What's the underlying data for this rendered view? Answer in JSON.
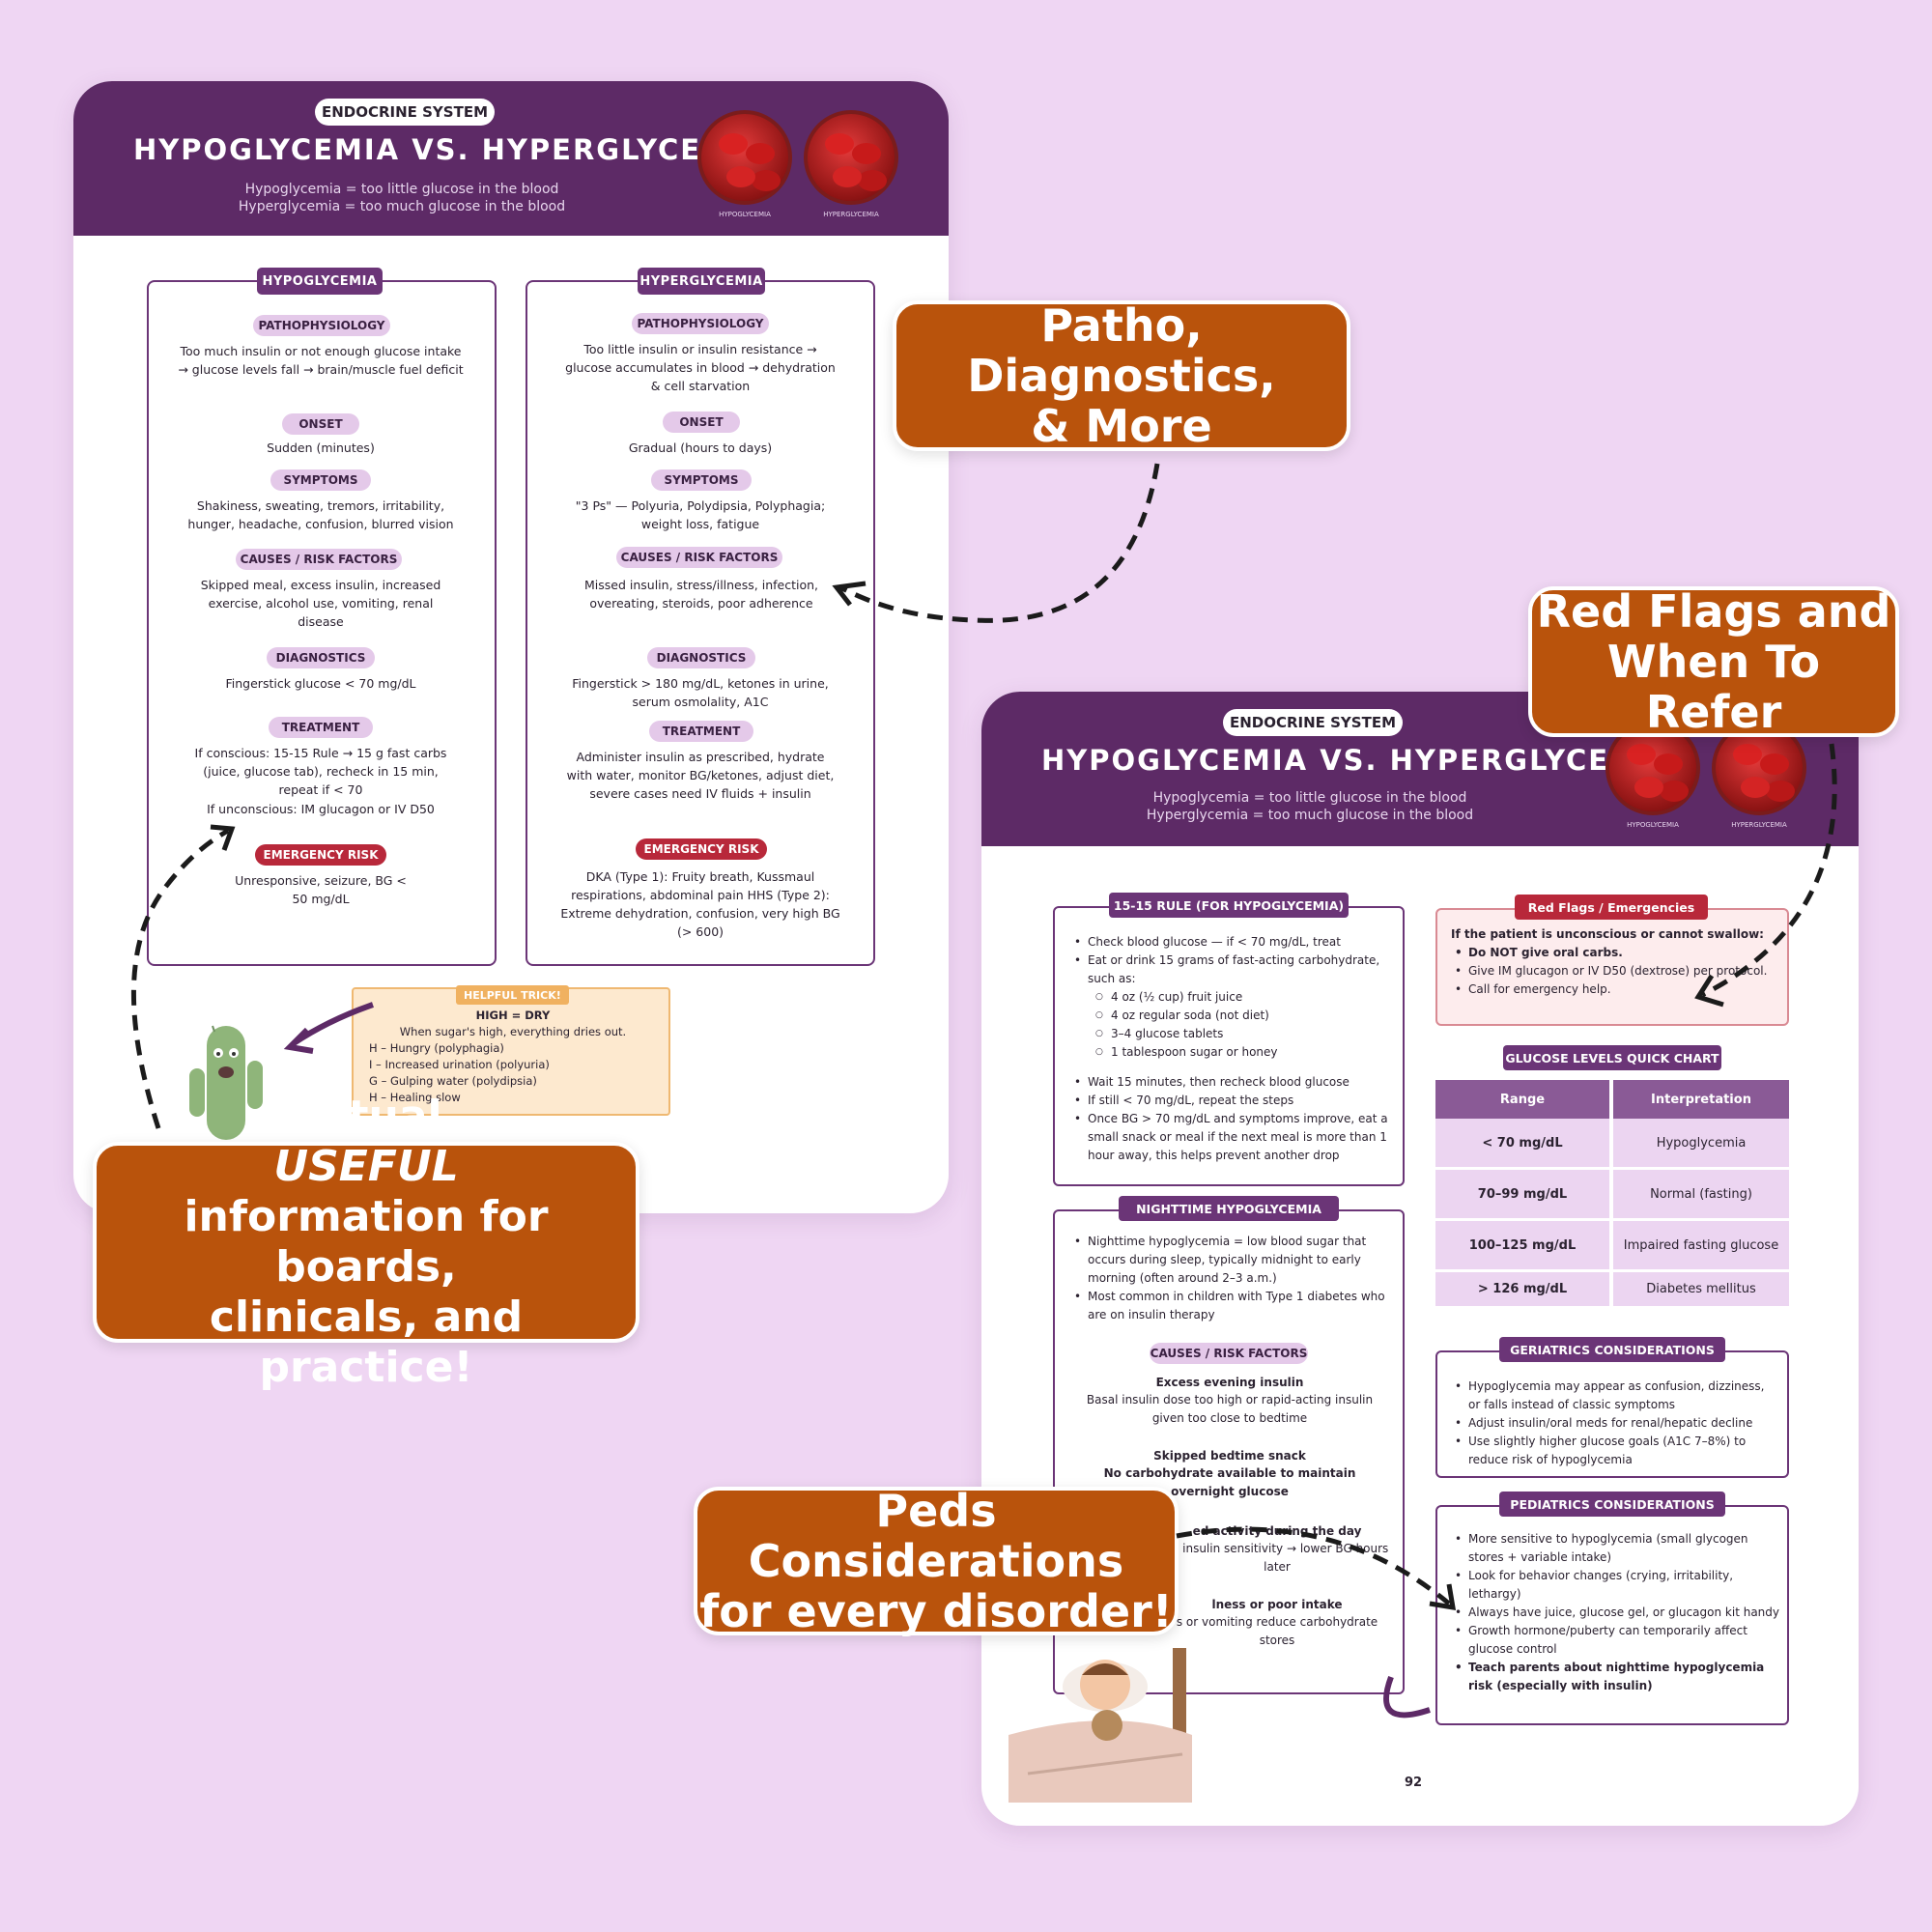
{
  "page1": {
    "system": "ENDOCRINE SYSTEM",
    "title": "HYPOGLYCEMIA VS. HYPERGLYCEMIA",
    "sub1": "Hypoglycemia = too little glucose in the blood",
    "sub2": "Hyperglycemia = too much glucose in the blood",
    "cell1_label": "HYPOGLYCEMIA",
    "cell2_label": "HYPERGLYCEMIA",
    "hypo": {
      "title": "HYPOGLYCEMIA",
      "patho_label": "PATHOPHYSIOLOGY",
      "patho": "Too much insulin or not enough glucose intake → glucose levels fall → brain/muscle fuel deficit",
      "onset_label": "ONSET",
      "onset": "Sudden (minutes)",
      "symptoms_label": "SYMPTOMS",
      "symptoms": "Shakiness, sweating, tremors, irritability, hunger, headache, confusion, blurred vision",
      "causes_label": "CAUSES / RISK FACTORS",
      "causes": "Skipped meal, excess insulin, increased exercise, alcohol use, vomiting, renal disease",
      "diag_label": "DIAGNOSTICS",
      "diag": "Fingerstick glucose < 70 mg/dL",
      "treat_label": "TREATMENT",
      "treat": "If conscious: 15-15 Rule → 15 g fast carbs (juice, glucose tab), recheck in 15 min, repeat if < 70",
      "treat2": "If unconscious: IM glucagon or IV D50",
      "emerg_label": "EMERGENCY RISK",
      "emerg": "Unresponsive, seizure, BG < 50 mg/dL"
    },
    "hyper": {
      "title": "HYPERGLYCEMIA",
      "patho_label": "PATHOPHYSIOLOGY",
      "patho": "Too little insulin or insulin resistance → glucose accumulates in blood → dehydration & cell starvation",
      "onset_label": "ONSET",
      "onset": "Gradual (hours to days)",
      "symptoms_label": "SYMPTOMS",
      "symptoms": "\"3 Ps\" — Polyuria, Polydipsia, Polyphagia; weight loss, fatigue",
      "causes_label": "CAUSES / RISK FACTORS",
      "causes": "Missed insulin, stress/illness, infection, overeating, steroids, poor adherence",
      "diag_label": "DIAGNOSTICS",
      "diag": "Fingerstick > 180 mg/dL, ketones in urine, serum osmolality, A1C",
      "treat_label": "TREATMENT",
      "treat": "Administer insulin as prescribed, hydrate with water, monitor BG/ketones, adjust diet, severe cases need IV fluids + insulin",
      "emerg_label": "EMERGENCY RISK",
      "emerg": "DKA (Type 1): Fruity breath, Kussmaul respirations, abdominal pain HHS (Type 2): Extreme dehydration, confusion, very high BG (> 600)"
    },
    "trick": {
      "tag": "HELPFUL TRICK!",
      "head": "HIGH = DRY",
      "line0": "When sugar's high, everything dries out.",
      "line1": "H – Hungry (polyphagia)",
      "line2": "I – Increased urination (polyuria)",
      "line3": "G – Gulping water (polydipsia)",
      "line4": "H – Healing slow"
    }
  },
  "page2": {
    "system": "ENDOCRINE SYSTEM",
    "title": "HYPOGLYCEMIA VS. HYPERGLYCEMIA",
    "sub1": "Hypoglycemia = too little glucose in the blood",
    "sub2": "Hyperglycemia = too much glucose in the blood",
    "cell1_label": "HYPOGLYCEMIA",
    "cell2_label": "HYPERGLYCEMIA",
    "rule_title": "15-15 RULE (FOR HYPOGLYCEMIA)",
    "rule": [
      "Check blood glucose — if < 70 mg/dL, treat",
      "Eat or drink 15 grams of fast-acting carbohydrate, such as:"
    ],
    "rule_sub": [
      "4 oz (½ cup) fruit juice",
      "4 oz regular soda (not diet)",
      "3–4 glucose tablets",
      "1 tablespoon sugar or honey"
    ],
    "rule2": [
      "Wait 15 minutes, then recheck blood glucose",
      "If still < 70 mg/dL, repeat the steps",
      "Once BG > 70 mg/dL and symptoms improve, eat a small snack or meal if the next meal is more than 1 hour away, this helps prevent another drop"
    ],
    "red_title": "Red Flags / Emergencies",
    "red_head": "If the patient is unconscious or cannot swallow:",
    "red_items": [
      "Do NOT give oral carbs.",
      "Give IM glucagon or IV D50 (dextrose) per protocol.",
      "Call for emergency help."
    ],
    "chart_title": "GLUCOSE LEVELS QUICK CHART",
    "chart_head": [
      "Range",
      "Interpretation"
    ],
    "chart_rows": [
      [
        "< 70 mg/dL",
        "Hypoglycemia"
      ],
      [
        "70–99 mg/dL",
        "Normal (fasting)"
      ],
      [
        "100–125 mg/dL",
        "Impaired fasting glucose"
      ],
      [
        "> 126 mg/dL",
        "Diabetes mellitus"
      ]
    ],
    "night_title": "NIGHTTIME HYPOGLYCEMIA",
    "night": [
      "Nighttime hypoglycemia = low blood sugar that occurs during sleep, typically midnight to early morning (often around 2–3 a.m.)",
      "Most common in children with Type 1 diabetes who are on insulin therapy"
    ],
    "night_causes_label": "CAUSES / RISK FACTORS",
    "night_c1_head": "Excess evening insulin",
    "night_c1": "Basal insulin dose too high or rapid-acting insulin given too close to bedtime",
    "night_c2_head": "Skipped bedtime snack",
    "night_c2": "No carbohydrate available to maintain overnight glucose",
    "night_c3_head": "ed activity during the day",
    "night_c3": "es insulin sensitivity → lower BG hours later",
    "night_c4_head": "lness or poor intake",
    "night_c4": "s or vomiting reduce carbohydrate stores",
    "geri_title": "GERIATRICS CONSIDERATIONS",
    "geri": [
      "Hypoglycemia may appear as confusion, dizziness, or falls instead of classic symptoms",
      "Adjust insulin/oral meds for renal/hepatic decline",
      "Use slightly higher glucose goals (A1C 7–8%) to reduce risk of hypoglycemia"
    ],
    "peds_title": "PEDIATRICS CONSIDERATIONS",
    "peds": [
      "More sensitive to hypoglycemia (small glycogen stores + variable intake)",
      "Look for behavior changes (crying, irritability, lethargy)",
      "Always have juice, glucose gel, or glucagon kit handy",
      "Growth hormone/puberty can temporarily affect glucose control",
      "Teach parents about nighttime hypoglycemia risk (especially with insulin)"
    ],
    "page_number": "92"
  },
  "callouts": {
    "patho": [
      "Patho, Diagnostics,",
      "& More"
    ],
    "redflags": [
      "Red Flags and",
      "When To Refer"
    ],
    "useful_a": "Actual ",
    "useful_b": "USEFUL",
    "useful_c": "information for boards,",
    "useful_d": "clinicals, and practice!",
    "peds": [
      "Peds Considerations",
      "for every disorder!"
    ]
  },
  "colors": {
    "background": "#efd6f3",
    "header": "#5d2a66",
    "callout": "#b9530c",
    "accent_red": "#b8283a"
  }
}
